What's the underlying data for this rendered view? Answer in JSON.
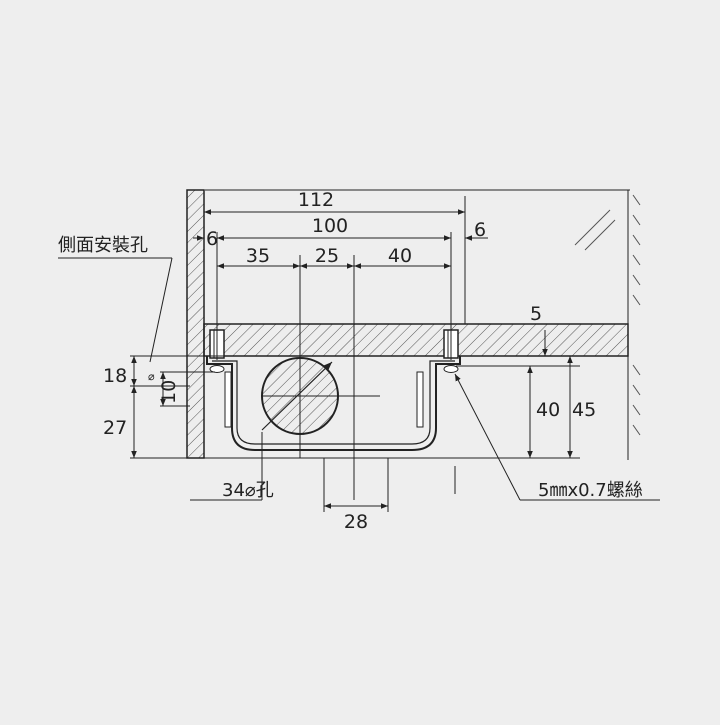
{
  "colors": {
    "background": "#eeeeee",
    "line": "#222222",
    "hatch": "#555555"
  },
  "labels": {
    "side_hole": "側面安裝孔",
    "pipe_hole": "34⌀孔",
    "screw": "5㎜x0.7螺絲"
  },
  "dimensions": {
    "overall_width": "112",
    "hole_pitch": "100",
    "left_offset": "6",
    "right_offset": "6",
    "seg_left": "35",
    "seg_mid": "25",
    "seg_right": "40",
    "shelf_thickness": "5",
    "depth_40": "40",
    "depth_45": "45",
    "left_18": "18",
    "left_10": "10",
    "left_27": "27",
    "bottom_28": "28"
  }
}
